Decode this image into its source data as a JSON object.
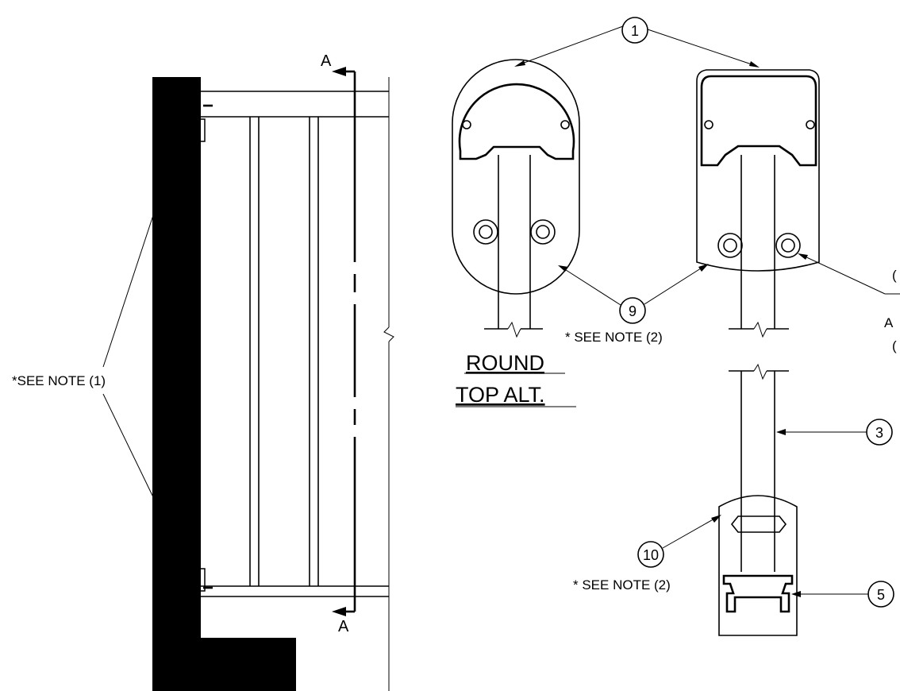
{
  "section_marker": "A",
  "section_marker_bottom": "A",
  "note_left": "*SEE NOTE (1)",
  "note_round": "* SEE NOTE (2)",
  "note_bottom": "* SEE NOTE (2)",
  "round_top_line1": "ROUND",
  "round_top_line2": "TOP ALT.",
  "callouts": {
    "c1": "1",
    "c9": "9",
    "c3": "3",
    "c10": "10",
    "c5": "5"
  },
  "partial_right": {
    "p1": "(",
    "p2": "A",
    "p3": "("
  }
}
